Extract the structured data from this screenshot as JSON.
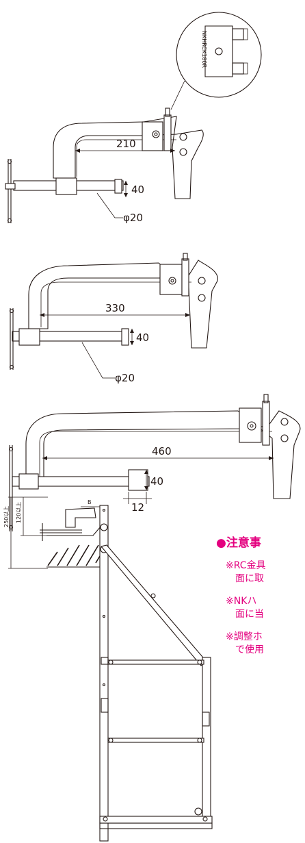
{
  "callout": {
    "model_text": "NKHRCK180R"
  },
  "drawing1": {
    "dim_width": "210",
    "dim_height": "40",
    "dim_diameter": "φ20"
  },
  "drawing2": {
    "dim_width": "330",
    "dim_height": "40",
    "dim_diameter": "φ20"
  },
  "drawing3": {
    "dim_width": "460",
    "dim_height": "40",
    "dim_thickness": "12"
  },
  "installation": {
    "label_b": "B",
    "label_250": "250以上",
    "label_120": "120以上"
  },
  "notes": {
    "title": "●注意事",
    "items": [
      {
        "line1": "※RC金具",
        "line2": "面に取"
      },
      {
        "line1": "※NKハ",
        "line2": "面に当"
      },
      {
        "line1": "※調整ホ",
        "line2": "で使用"
      }
    ]
  },
  "colors": {
    "accent": "#e4007f",
    "line": "#231815"
  }
}
